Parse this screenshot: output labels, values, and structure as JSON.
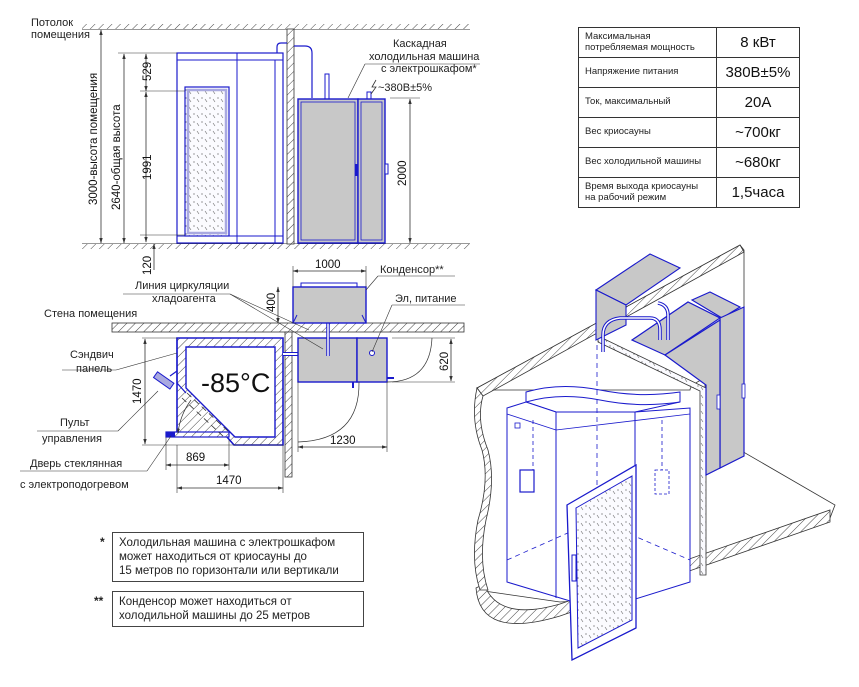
{
  "elevation": {
    "ceiling_label": [
      "Потолок",
      "помещения"
    ],
    "room_height_label": "3000-высота помещения",
    "total_height_label": "2640-общая высота",
    "dim_top": "529",
    "dim_door": "1991",
    "dim_floor": "120",
    "dim_machine": "2000",
    "machine_label": [
      "Каскадная",
      "холодильная машина",
      "с электрошкафом*"
    ],
    "power_label": "~380В±5%"
  },
  "plan": {
    "wall_label": "Стена помещения",
    "refrigerant_label": [
      "Линия циркуляции",
      "хладоагента"
    ],
    "condenser_label": "Конденсор**",
    "power_label": "Эл, питание",
    "sandwich_label": [
      "Сэндвич",
      "панель"
    ],
    "control_label": [
      "Пульт",
      "управления"
    ],
    "door_label": [
      "Дверь стеклянная",
      "с электроподогревом"
    ],
    "temperature": "-85°C",
    "dim_condenser_width": "1000",
    "dim_condenser_depth": "400",
    "dim_machine_depth": "620",
    "dim_machine_width": "1230",
    "dim_cabin_depth": "1470",
    "dim_door_width": "869",
    "dim_cabin_width": "1470"
  },
  "specs": [
    {
      "key": "Максимальная потребляемая мощность",
      "value": "8 кВт"
    },
    {
      "key": "Напряжение питания",
      "value": "380В±5%"
    },
    {
      "key": "Ток, максимальный",
      "value": "20А"
    },
    {
      "key": "Вес криосауны",
      "value": "~700кг"
    },
    {
      "key": "Вес холодильной машины",
      "value": "~680кг"
    },
    {
      "key": "Время выхода криосауны на рабочий режим",
      "value": "1,5часа"
    }
  ],
  "notes": [
    {
      "mark": "*",
      "lines": [
        "Холодильная машина с электрошкафом",
        "может находиться от криосауны до",
        "15 метров по горизонтали или вертикали"
      ]
    },
    {
      "mark": "**",
      "lines": [
        "Конденсор может находиться от",
        "холодильной машины до 25 метров"
      ]
    }
  ],
  "colors": {
    "outline": "#1a1acc",
    "fill_gray": "#c8c8c8",
    "glass": "#a9a9e0",
    "line": "#333333"
  }
}
